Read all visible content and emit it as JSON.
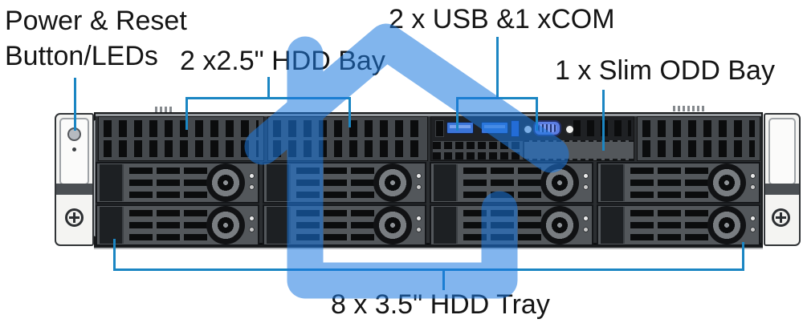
{
  "diagram": {
    "type": "server-front-panel-diagram",
    "background": "#ffffff",
    "text_color": "#151515",
    "callout_color": "#1b86c3",
    "labels": {
      "power_reset_line1": "Power & Reset",
      "power_reset_line2": "Button/LEDs",
      "hdd_bay": "2 x2.5\" HDD Bay",
      "usb_com": "2 x USB &1 xCOM",
      "odd_bay": "1 x Slim ODD Bay",
      "hdd_tray": "8 x 3.5\" HDD Tray"
    },
    "watermark": {
      "icon": "house-icon",
      "color": "#1c79e0",
      "opacity": "0.55"
    },
    "server": {
      "tray_rows": 2,
      "trays_per_row": 4,
      "hdd_tray_count": 8,
      "usb_port_count": 2,
      "usb_port_color": "#3b74d8",
      "vga_port_color": "#5b7de2"
    }
  }
}
